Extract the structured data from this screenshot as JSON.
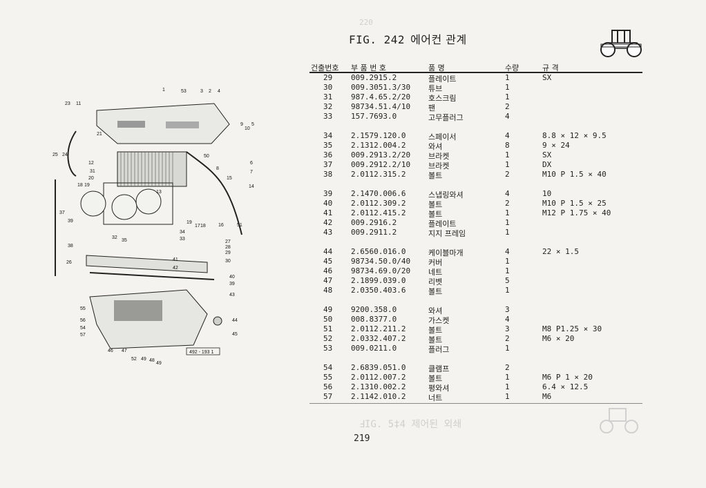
{
  "figure": {
    "title": "FIG. 242",
    "title_ko": "에어컨 관계",
    "page_number": "219"
  },
  "table": {
    "headers": [
      "건출번호",
      "부 품 번 호",
      "품        명",
      "수량",
      "규        격"
    ],
    "rows": [
      {
        "no": "29",
        "part": "009.2915.2",
        "name": "플레이트",
        "qty": "1",
        "spec": "SX"
      },
      {
        "no": "30",
        "part": "009.3051.3/30",
        "name": "튜브",
        "qty": "1",
        "spec": ""
      },
      {
        "no": "31",
        "part": "987.4.65.2/20",
        "name": "호스크림",
        "qty": "1",
        "spec": ""
      },
      {
        "no": "32",
        "part": "98734.51.4/10",
        "name": "팬",
        "qty": "2",
        "spec": ""
      },
      {
        "no": "33",
        "part": "157.7693.0",
        "name": "고무플러그",
        "qty": "4",
        "spec": ""
      },
      {
        "gap": true
      },
      {
        "no": "34",
        "part": "2.1579.120.0",
        "name": "스페이서",
        "qty": "4",
        "spec": "8.8 × 12 × 9.5"
      },
      {
        "no": "35",
        "part": "2.1312.004.2",
        "name": "와셔",
        "qty": "8",
        "spec": "9 × 24"
      },
      {
        "no": "36",
        "part": "009.2913.2/20",
        "name": "브라켓",
        "qty": "1",
        "spec": "SX"
      },
      {
        "no": "37",
        "part": "009.2912.2/10",
        "name": "브라켓",
        "qty": "1",
        "spec": "DX"
      },
      {
        "no": "38",
        "part": "2.0112.315.2",
        "name": "볼트",
        "qty": "2",
        "spec": "M10 P 1.5 × 40"
      },
      {
        "gap": true
      },
      {
        "no": "39",
        "part": "2.1470.006.6",
        "name": "스냅링와셔",
        "qty": "4",
        "spec": "10"
      },
      {
        "no": "40",
        "part": "2.0112.309.2",
        "name": "볼트",
        "qty": "2",
        "spec": "M10 P 1.5 × 25"
      },
      {
        "no": "41",
        "part": "2.0112.415.2",
        "name": "볼트",
        "qty": "1",
        "spec": "M12 P 1.75 × 40"
      },
      {
        "no": "42",
        "part": "009.2916.2",
        "name": "플레이트",
        "qty": "1",
        "spec": ""
      },
      {
        "no": "43",
        "part": "009.2911.2",
        "name": "지지 프레임",
        "qty": "1",
        "spec": ""
      },
      {
        "gap": true
      },
      {
        "no": "44",
        "part": "2.6560.016.0",
        "name": "케이블마개",
        "qty": "4",
        "spec": "22 × 1.5"
      },
      {
        "no": "45",
        "part": "98734.50.0/40",
        "name": "커버",
        "qty": "1",
        "spec": ""
      },
      {
        "no": "46",
        "part": "98734.69.0/20",
        "name": "네트",
        "qty": "1",
        "spec": ""
      },
      {
        "no": "47",
        "part": "2.1899.039.0",
        "name": "리벳",
        "qty": "5",
        "spec": ""
      },
      {
        "no": "48",
        "part": "2.0350.403.6",
        "name": "볼트",
        "qty": "1",
        "spec": ""
      },
      {
        "gap": true
      },
      {
        "no": "49",
        "part": "9200.358.0",
        "name": "와셔",
        "qty": "3",
        "spec": ""
      },
      {
        "no": "50",
        "part": "008.8377.0",
        "name": "가스켓",
        "qty": "4",
        "spec": ""
      },
      {
        "no": "51",
        "part": "2.0112.211.2",
        "name": "볼트",
        "qty": "3",
        "spec": "M8 P1.25 × 30"
      },
      {
        "no": "52",
        "part": "2.0332.407.2",
        "name": "볼트",
        "qty": "2",
        "spec": "M6 × 20"
      },
      {
        "no": "53",
        "part": "009.0211.0",
        "name": "플러그",
        "qty": "1",
        "spec": ""
      },
      {
        "gap": true
      },
      {
        "no": "54",
        "part": "2.6839.051.0",
        "name": "클램프",
        "qty": "2",
        "spec": ""
      },
      {
        "no": "55",
        "part": "2.0112.007.2",
        "name": "볼트",
        "qty": "1",
        "spec": "M6 P 1 × 20"
      },
      {
        "no": "56",
        "part": "2.1310.002.2",
        "name": "평와셔",
        "qty": "1",
        "spec": "6.4 × 12.5"
      },
      {
        "no": "57",
        "part": "2.1142.010.2",
        "name": "너트",
        "qty": "1",
        "spec": "M6"
      }
    ]
  },
  "diagram": {
    "callouts": [
      "1",
      "53",
      "3",
      "2",
      "4",
      "23",
      "11",
      "9",
      "10",
      "5",
      "21",
      "25",
      "24",
      "50",
      "6",
      "8",
      "7",
      "12",
      "31",
      "20",
      "18",
      "19",
      "14",
      "15",
      "37",
      "13",
      "16",
      "51",
      "39",
      "38",
      "32",
      "35",
      "34",
      "33",
      "17",
      "18",
      "19",
      "26",
      "27",
      "28",
      "29",
      "30",
      "41",
      "42",
      "40",
      "39",
      "43",
      "55",
      "56",
      "54",
      "57",
      "44",
      "45",
      "46",
      "47",
      "52",
      "49",
      "48",
      "49"
    ],
    "drawing_number": "492 - 193 1"
  },
  "icons": {
    "tractor": "tractor-icon"
  }
}
